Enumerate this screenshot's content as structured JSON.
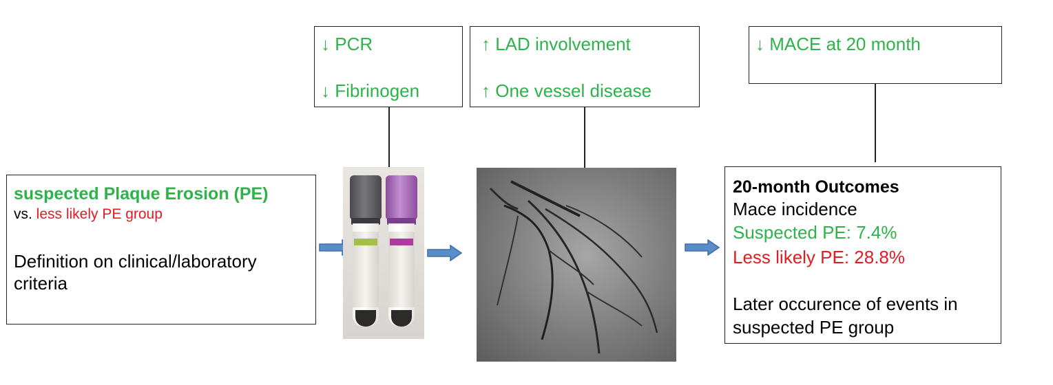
{
  "colors": {
    "green": "#2db34a",
    "red": "#e31b23",
    "arrow_fill": "#5b8ec9",
    "arrow_stroke": "#3b6ea8"
  },
  "top_boxes": {
    "biomarkers": {
      "line1": "↓ PCR",
      "line2": "↓ Fibrinogen"
    },
    "angiography": {
      "line1": "↑ LAD involvement",
      "line2": "↑ One vessel disease"
    },
    "mace": {
      "line1": "↓ MACE at 20 month"
    }
  },
  "left_box": {
    "title": "suspected Plaque Erosion (PE)",
    "vs_prefix": "vs. ",
    "vs_group": "less likely PE group",
    "definition_line1": "Definition on clinical/laboratory",
    "definition_line2": "criteria"
  },
  "outcomes_box": {
    "title": "20-month Outcomes",
    "subtitle": "Mace incidence",
    "suspected": "Suspected PE: 7.4%",
    "less_likely": "Less likely PE: 28.8%",
    "note_line1": "Later occurence of events in",
    "note_line2": "suspected PE group"
  },
  "images": {
    "tubes": {
      "icon": "blood-sample-tubes-photo",
      "cap_colors": [
        "#5a5a5e",
        "#a66bb8"
      ],
      "stripe_colors": [
        "#a2c04a",
        "#b03aa0"
      ]
    },
    "angiogram": {
      "icon": "coronary-angiogram-photo"
    }
  }
}
